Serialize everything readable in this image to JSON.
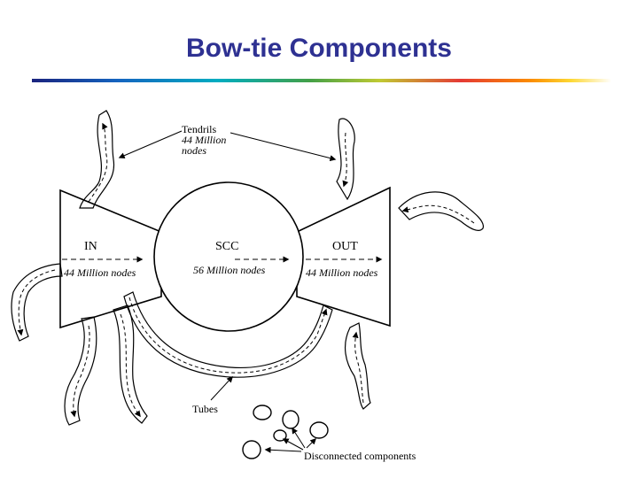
{
  "title": "Bow-tie Components",
  "colors": {
    "title": "#2e3192",
    "rule_gradient": [
      "#1a237e",
      "#1565c0",
      "#00acc1",
      "#43a047",
      "#c0ca33",
      "#e53935",
      "#fb8c00",
      "#fdd835",
      "#ffffff"
    ]
  },
  "labels": {
    "tendrils": "Tendrils",
    "tendrils_count_line1": "44 Million",
    "tendrils_count_line2": "nodes",
    "in": "IN",
    "in_count": "44 Million nodes",
    "scc": "SCC",
    "scc_count": "56 Million nodes",
    "out": "OUT",
    "out_count": "44 Million nodes",
    "tubes": "Tubes",
    "disconnected": "Disconnected components"
  }
}
